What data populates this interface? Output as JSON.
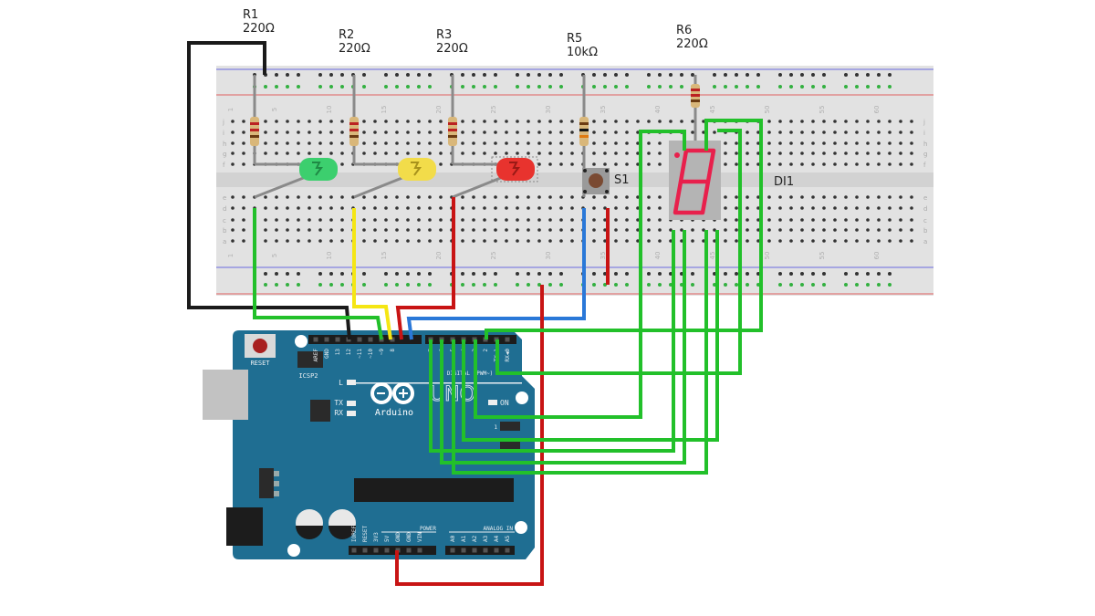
{
  "components": {
    "r1": {
      "name": "R1",
      "value": "220Ω"
    },
    "r2": {
      "name": "R2",
      "value": "220Ω"
    },
    "r3": {
      "name": "R3",
      "value": "220Ω"
    },
    "r5": {
      "name": "R5",
      "value": "10kΩ"
    },
    "r6": {
      "name": "R6",
      "value": "220Ω"
    },
    "s1": {
      "name": "S1"
    },
    "di1": {
      "name": "DI1"
    }
  },
  "led_colors": {
    "green": "#3ccf6e",
    "yellow": "#f2dc4a",
    "red": "#e8332e"
  },
  "wire_colors": {
    "black": "#1a1a1a",
    "green": "#22c02a",
    "yellow": "#f5e614",
    "red": "#c81414",
    "blue": "#2a78d8"
  },
  "breadboard": {
    "column_numbers": [
      "1",
      "5",
      "10",
      "15",
      "20",
      "25",
      "30",
      "35",
      "40",
      "45",
      "50",
      "55",
      "60"
    ],
    "row_letters_top": [
      "j",
      "i",
      "h",
      "g",
      "f"
    ],
    "row_letters_bottom": [
      "e",
      "d",
      "c",
      "b",
      "a"
    ]
  },
  "arduino": {
    "brand": "Arduino",
    "model": "UNO",
    "reset_label": "RESET",
    "icsp2_label": "ICSP2",
    "l_label": "L",
    "tx_label": "TX",
    "rx_label": "RX",
    "on_label": "ON",
    "digital_label": "DIGITAL (PWM~)",
    "power_label": "POWER",
    "analog_label": "ANALOG IN",
    "icsp_label": "1",
    "digital_pins_left": [
      "AREF",
      "GND",
      "13",
      "12",
      "~11",
      "~10",
      "~9",
      "8"
    ],
    "digital_pins_right": [
      "7",
      "~6",
      "~5",
      "4",
      "~3",
      "2",
      "TX▶1",
      "RX◀0"
    ],
    "power_pins": [
      "IOREF",
      "RESET",
      "3V3",
      "5V",
      "GND",
      "GND",
      "VIN"
    ],
    "analog_pins": [
      "A0",
      "A1",
      "A2",
      "A3",
      "A4",
      "A5"
    ],
    "color": "#1f6e92"
  }
}
